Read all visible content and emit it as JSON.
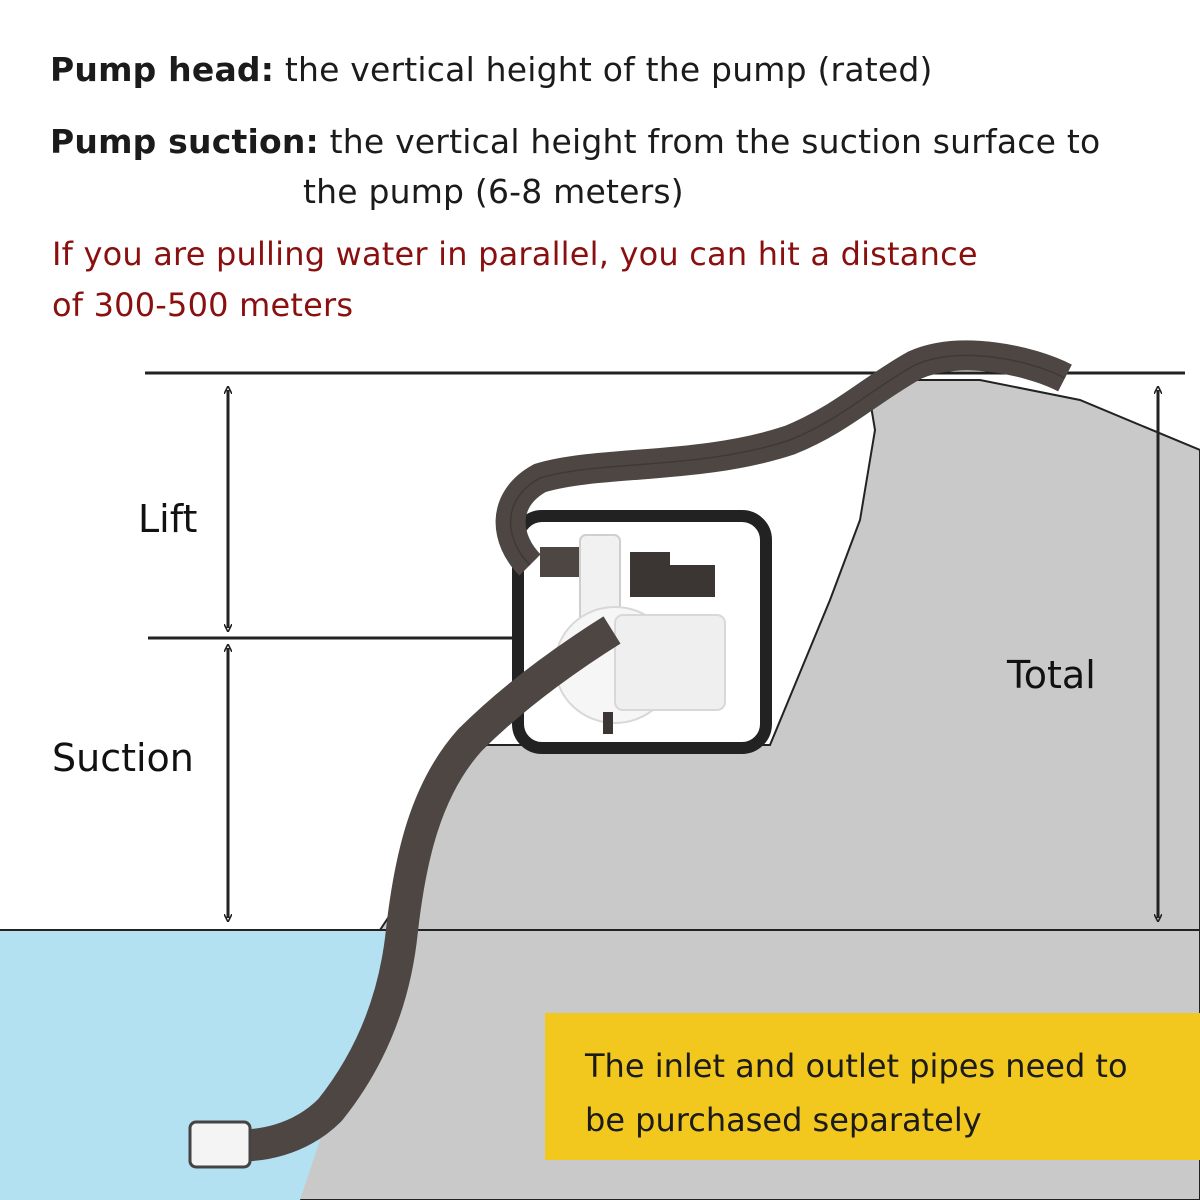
{
  "definitions": {
    "pump_head_term": "Pump head:",
    "pump_head_text": "the vertical height of the pump (rated)",
    "pump_suction_term": "Pump suction:",
    "pump_suction_text_line1": "the vertical height from the suction surface to",
    "pump_suction_text_line2": "the pump (6-8 meters)"
  },
  "warning": {
    "line1": "If you are pulling water in parallel, you can hit a distance",
    "line2": "of 300-500 meters"
  },
  "labels": {
    "lift": "Lift",
    "suction": "Suction",
    "total": "Total"
  },
  "note": {
    "line1": "The inlet and outlet pipes need to",
    "line2": "be purchased separately"
  },
  "colors": {
    "water": "#b4e1f2",
    "ground": "#c9c9c9",
    "hose": "#4d4643",
    "note_bg": "#f2c81e",
    "warning_text": "#8a1010"
  }
}
